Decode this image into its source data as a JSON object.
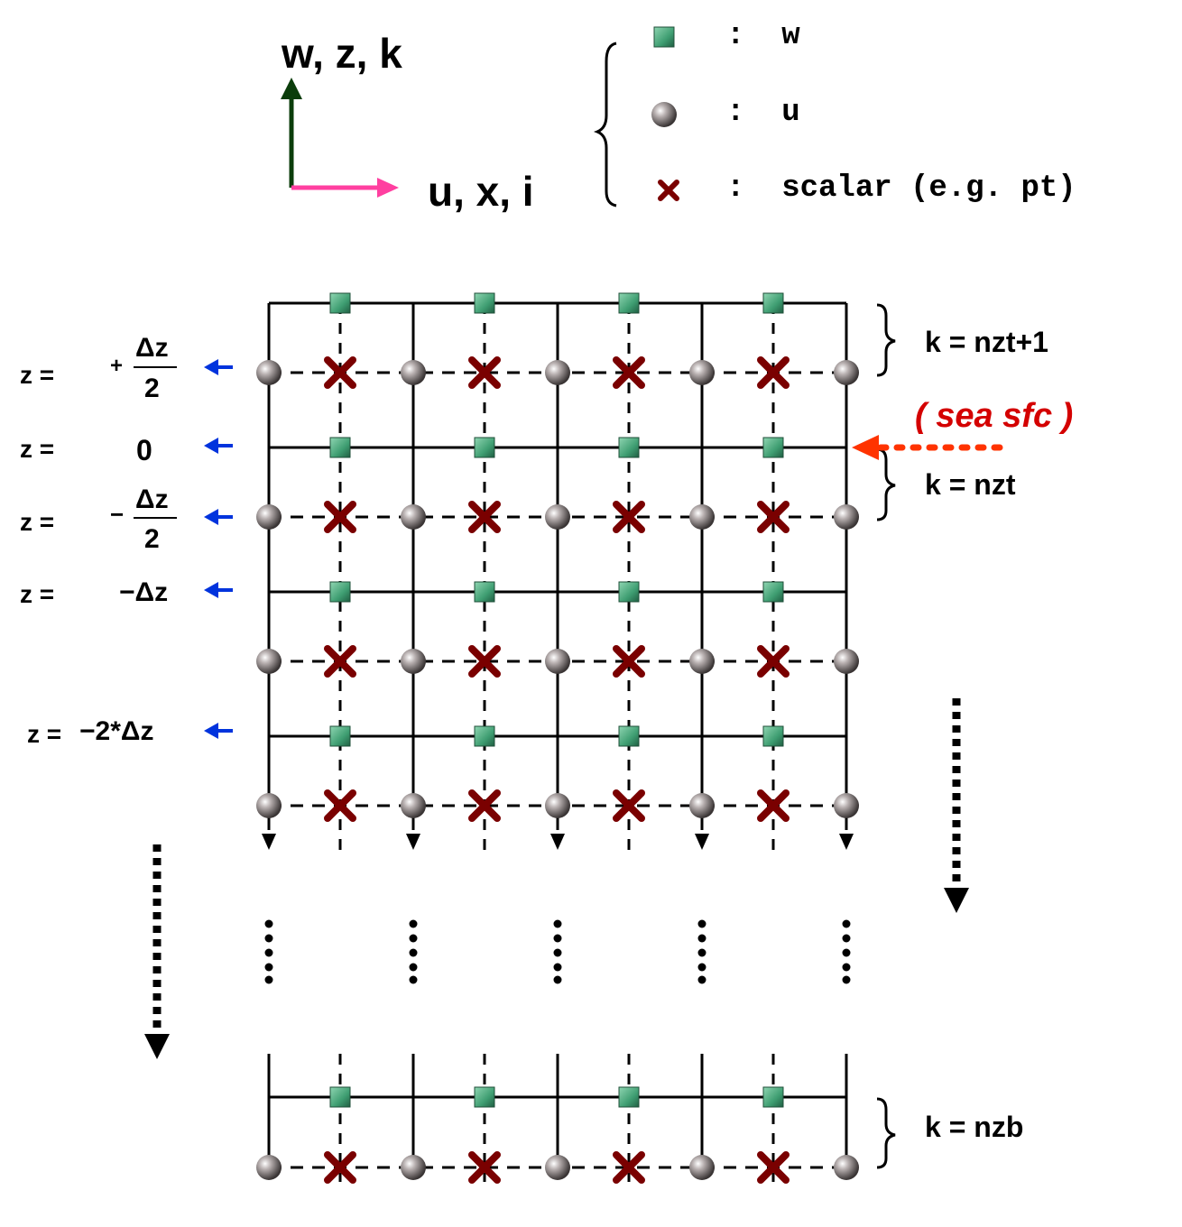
{
  "axes": {
    "vertical_label": "w, z, k",
    "horizontal_label": "u, x, i",
    "vertical_color": "#0b3d0b",
    "horizontal_color": "#ff3fa0"
  },
  "legend": {
    "items": [
      {
        "symbol": "green-cube",
        "label": ":  w"
      },
      {
        "symbol": "gray-sphere",
        "label": ":  u"
      },
      {
        "symbol": "red-x",
        "label": ":  scalar (e.g. pt)"
      }
    ]
  },
  "z_labels": [
    {
      "prefix": "z =",
      "value": "+",
      "fraction": true,
      "num": "Δz",
      "den": "2"
    },
    {
      "prefix": "z =",
      "value": "0",
      "fraction": false
    },
    {
      "prefix": "z =",
      "value": "−",
      "fraction": true,
      "num": "Δz",
      "den": "2"
    },
    {
      "prefix": "z =",
      "value": "−Δz",
      "fraction": false
    },
    {
      "prefix": "z =",
      "value": "−2*Δz",
      "fraction": false
    }
  ],
  "k_labels": {
    "top": "k = nzt+1",
    "mid": "k = nzt",
    "bottom": "k = nzb"
  },
  "annotation": {
    "sea_surface": "( sea sfc )"
  },
  "colors": {
    "w_point": "#4aa57e",
    "u_point": "#8a8a8a",
    "scalar": "#7a0000",
    "arrow_blue": "#0033dd",
    "arrow_red": "#ff3300"
  }
}
